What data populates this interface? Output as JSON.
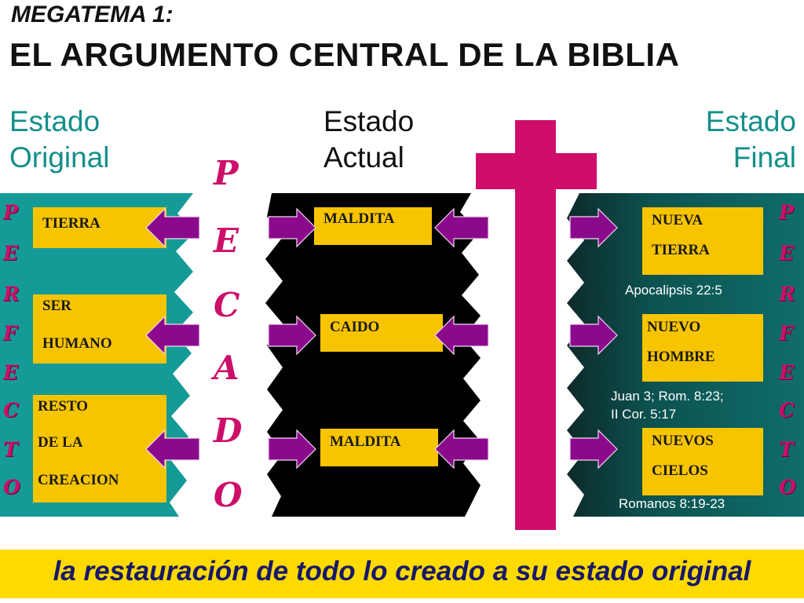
{
  "header": {
    "megatema": "MEGATEMA 1:",
    "title": "EL ARGUMENTO CENTRAL DE LA BIBLIA"
  },
  "states": {
    "original": [
      "Estado",
      "Original"
    ],
    "actual": [
      "Estado",
      "Actual"
    ],
    "final": [
      "Estado",
      "Final"
    ]
  },
  "vertical_words": {
    "perfecto": [
      "P",
      "E",
      "R",
      "F",
      "E",
      "C",
      "T",
      "O"
    ],
    "pecado": [
      "P",
      "E",
      "C",
      "A",
      "D",
      "O"
    ]
  },
  "original_boxes": [
    [
      "TIERRA"
    ],
    [
      "SER",
      "HUMANO"
    ],
    [
      "RESTO",
      "DE LA",
      "CREACION"
    ]
  ],
  "actual_boxes": [
    [
      "MALDITA"
    ],
    [
      "CAIDO"
    ],
    [
      "MALDITA"
    ]
  ],
  "final_boxes": [
    [
      "NUEVA",
      "TIERRA"
    ],
    [
      "NUEVO",
      "HOMBRE"
    ],
    [
      "NUEVOS",
      "CIELOS"
    ]
  ],
  "references": {
    "r1": "Apocalipsis 22:5",
    "r2a": "Juan 3; Rom. 8:23;",
    "r2b": "II Cor. 5:17",
    "r3": "Romanos 8:19-23"
  },
  "footer": "la restauración de todo lo creado a su estado original",
  "colors": {
    "teal": "#149b98",
    "dark_teal": "#0c5250",
    "box": "#f7c400",
    "arrow": "#8b0a8c",
    "cross": "#cf0e6c",
    "pecado": "#cc0f69",
    "footer_bg": "#fdda00",
    "footer_text": "#18186b"
  },
  "icons": [
    "left-arrow-icon",
    "right-arrow-icon",
    "cross-icon"
  ]
}
